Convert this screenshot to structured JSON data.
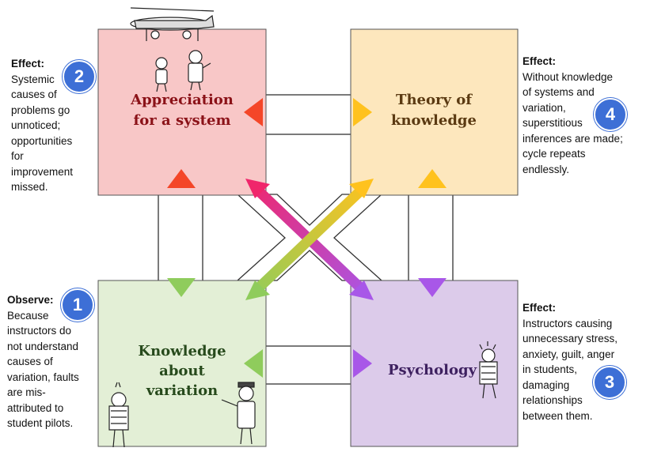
{
  "boxes": {
    "appreciation": {
      "line1": "Appreciation",
      "line2": "for a system",
      "color": "#f8c7c7"
    },
    "theory": {
      "line1": "Theory of",
      "line2": "knowledge",
      "color": "#fde7bd"
    },
    "knowledge": {
      "line1": "Knowledge",
      "line2": "about",
      "line3": "variation",
      "color": "#e3efd6"
    },
    "psychology": {
      "line1": "Psychology",
      "color": "#dccbea"
    }
  },
  "notes": {
    "observe": {
      "heading": "Observe:",
      "lines": [
        "Because",
        "instructors do",
        "not understand",
        "causes of",
        "variation, faults",
        "are mis-",
        "attributed to",
        "student pilots."
      ],
      "badge": "1"
    },
    "effect2": {
      "heading": "Effect:",
      "lines": [
        "Systemic",
        "causes of",
        "problems go",
        "unnoticed;",
        "opportunities",
        "for",
        "improvement",
        "missed."
      ],
      "badge": "2"
    },
    "effect3": {
      "heading": "Effect:",
      "lines": [
        "Instructors causing",
        "unnecessary stress,",
        "anxiety, guilt, anger",
        "in students,",
        "damaging",
        "relationships",
        "between them."
      ],
      "badge": "3"
    },
    "effect4": {
      "heading": "Effect:",
      "lines": [
        "Without knowledge",
        "of systems and",
        "variation,",
        "superstitious",
        "inferences are made;",
        "cycle repeats",
        "endlessly."
      ],
      "badge": "4"
    }
  },
  "colors": {
    "badge": "#3d6fd6",
    "arrow_red": "#f44628",
    "arrow_orange": "#fb9b23",
    "arrow_yellow": "#ffc21e",
    "arrow_green": "#8fcc5c",
    "arrow_purple": "#a857e8",
    "arrow_magenta": "#f0266b"
  },
  "icons": [
    "airplane-cartoon-icon",
    "pilot-figures-icon",
    "instructor-pointing-icon",
    "student-pilot-icon",
    "stressed-student-icon"
  ]
}
